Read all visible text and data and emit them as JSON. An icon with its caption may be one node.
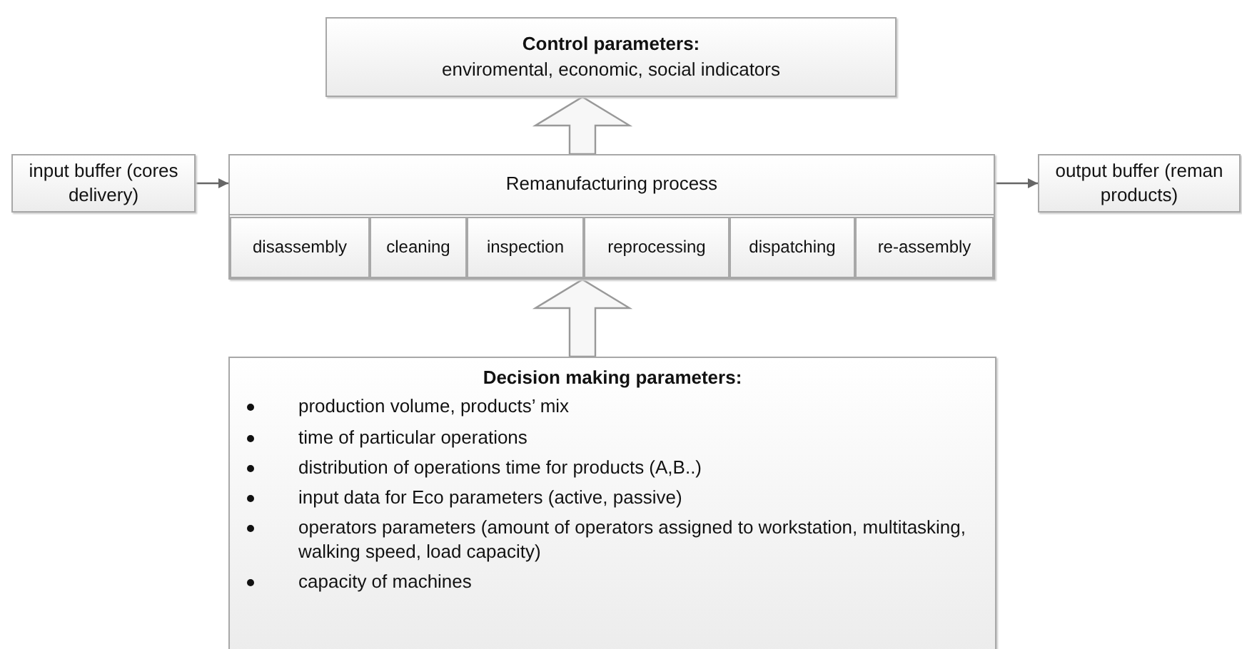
{
  "diagram": {
    "nodes": [
      {
        "text": [
          "Control parameters:",
          "enviromental, economic, social indicators"
        ]
      },
      {
        "text": [
          "input buffer (cores delivery)"
        ]
      },
      {
        "text": [
          "Remanufacturing process"
        ]
      },
      {
        "text": [
          "output buffer (reman products)"
        ]
      },
      {
        "text": [
          "disassembly"
        ],
        "in": 2
      },
      {
        "text": [
          "cleaning"
        ],
        "in": 2
      },
      {
        "text": [
          "inspection"
        ],
        "in": 2
      },
      {
        "text": [
          "reprocessing"
        ],
        "in": 2
      },
      {
        "text": [
          "dispatching"
        ],
        "in": 2
      },
      {
        "text": [
          "re-assembly"
        ],
        "in": 2
      },
      {
        "text": [
          "Decision making parameters:",
          "production volume, products’ mix",
          "time of particular operations",
          "distribution of operations time for products (A,B..)",
          "input data for Eco parameters (active, passive)",
          "operators parameters (amount of operators assigned to workstation, multitasking, walking speed, load capacity)",
          "capacity of machines"
        ]
      }
    ],
    "edges": [
      {
        "from": 1,
        "to": 2,
        "arrow": "to"
      },
      {
        "from": 2,
        "to": 3,
        "arrow": "to"
      },
      {
        "from": 2,
        "to": 0,
        "arrow": "to",
        "style": "thick"
      },
      {
        "from": 10,
        "to": 2,
        "arrow": "to",
        "style": "thick"
      }
    ]
  }
}
